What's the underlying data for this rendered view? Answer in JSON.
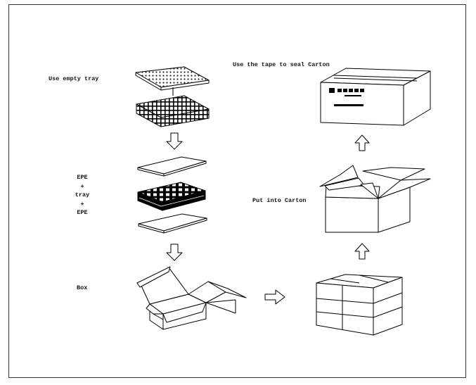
{
  "labels": {
    "use_empty_tray": "Use empty tray",
    "epe_top": "EPE",
    "plus_1": "+",
    "tray": "tray",
    "plus_2": "+",
    "epe_bottom": "EPE",
    "box": "Box",
    "put_into_carton": "Put into Carton",
    "seal_carton": "Use the tape to seal Carton"
  }
}
